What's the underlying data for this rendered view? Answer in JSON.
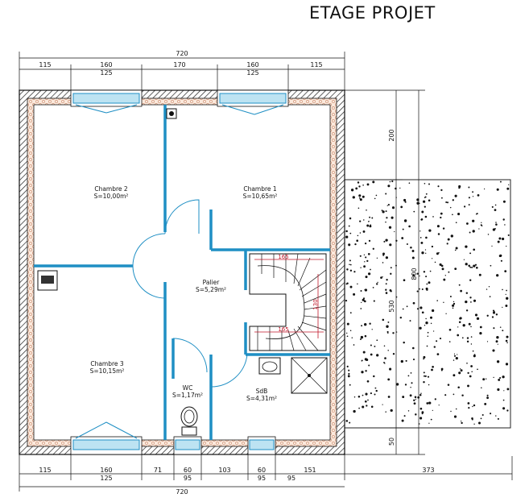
{
  "title": "ETAGE PROJET",
  "top_dimensions": {
    "overall": "720",
    "segments": [
      "115",
      "160",
      "170",
      "160",
      "115"
    ],
    "windows": [
      "125",
      "125"
    ]
  },
  "bottom_dimensions": {
    "overall": "720",
    "segments": [
      "115",
      "160",
      "71",
      "60",
      "103",
      "60",
      "151"
    ],
    "windows": [
      "125",
      "95",
      "95"
    ],
    "extension": "373"
  },
  "right_dimensions": {
    "upper": "200",
    "middle": "530",
    "lower": "50",
    "overall": "800"
  },
  "rooms": [
    {
      "name": "Chambre 2",
      "area": "S=10,00m²"
    },
    {
      "name": "Chambre 1",
      "area": "S=10,65m²"
    },
    {
      "name": "Palier",
      "area": "S=5,29m²"
    },
    {
      "name": "Chambre 3",
      "area": "S=10,15m²"
    },
    {
      "name": "WC",
      "area": "S=1,17m²"
    },
    {
      "name": "SdB",
      "area": "S=4,31m²"
    }
  ],
  "stair_annotations": [
    "165",
    "165",
    "130"
  ]
}
